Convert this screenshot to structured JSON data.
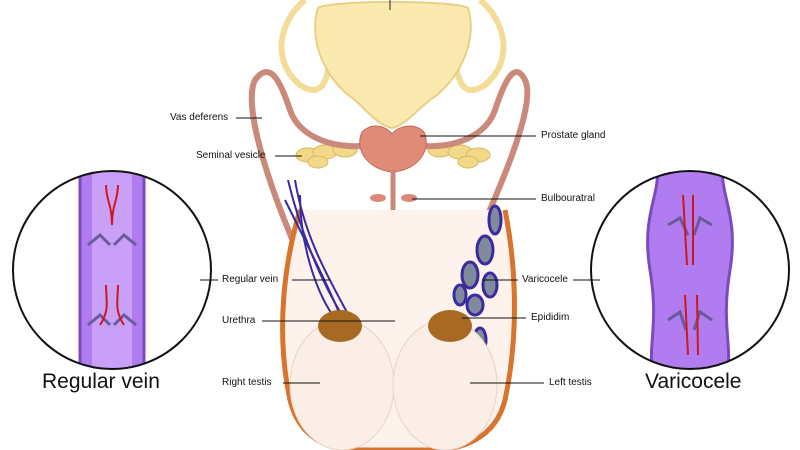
{
  "labels": {
    "vas_deferens": "Vas deferens",
    "seminal_vesicle": "Seminal  vesicle",
    "prostate_gland": "Prostate gland",
    "bulbouratral": "Bulbouratral",
    "regular_vein": "Regular  vein",
    "varicocele": "Varicocele",
    "urethra": "Urethra",
    "epididim": "Epididim",
    "right_testis": "Right testis",
    "left_testis": "Left  testis"
  },
  "insets": {
    "left_title": "Regular  vein",
    "right_title": "Varicocele"
  },
  "colors": {
    "bladder": "#fbeab0",
    "prostate": "#e08a78",
    "vas": "#c98a7c",
    "vein": "#3a2aa0",
    "inset_vein": "#b07cf0",
    "arrow": "#d01818",
    "testis": "#fbeee6",
    "scrotum": "#d9742e",
    "epididymis": "#a86a22"
  }
}
